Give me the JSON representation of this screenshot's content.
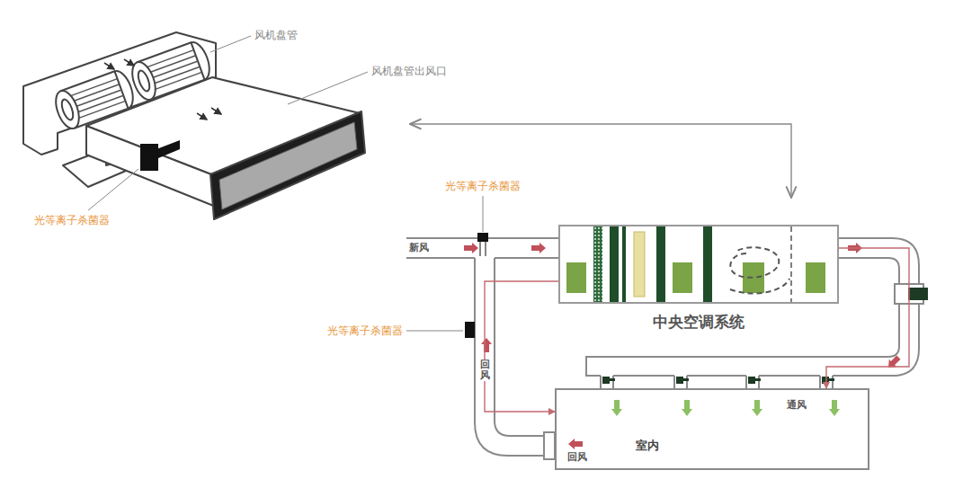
{
  "diagram": {
    "nodes": [
      {
        "text": [
          "中央空调系统"
        ]
      },
      {
        "text": [
          "通风",
          "室内",
          "回风"
        ]
      }
    ],
    "edges": [
      {
        "from": 0,
        "to": 1,
        "arrow": "to"
      },
      {
        "from": 1,
        "to": 0,
        "arrow": "to"
      }
    ],
    "labels": [
      "风机盘管",
      "风机盘管出风口",
      "光等离子杀菌器",
      "光等离子杀菌器",
      "新风",
      "光等离子杀菌器",
      "回风"
    ]
  }
}
